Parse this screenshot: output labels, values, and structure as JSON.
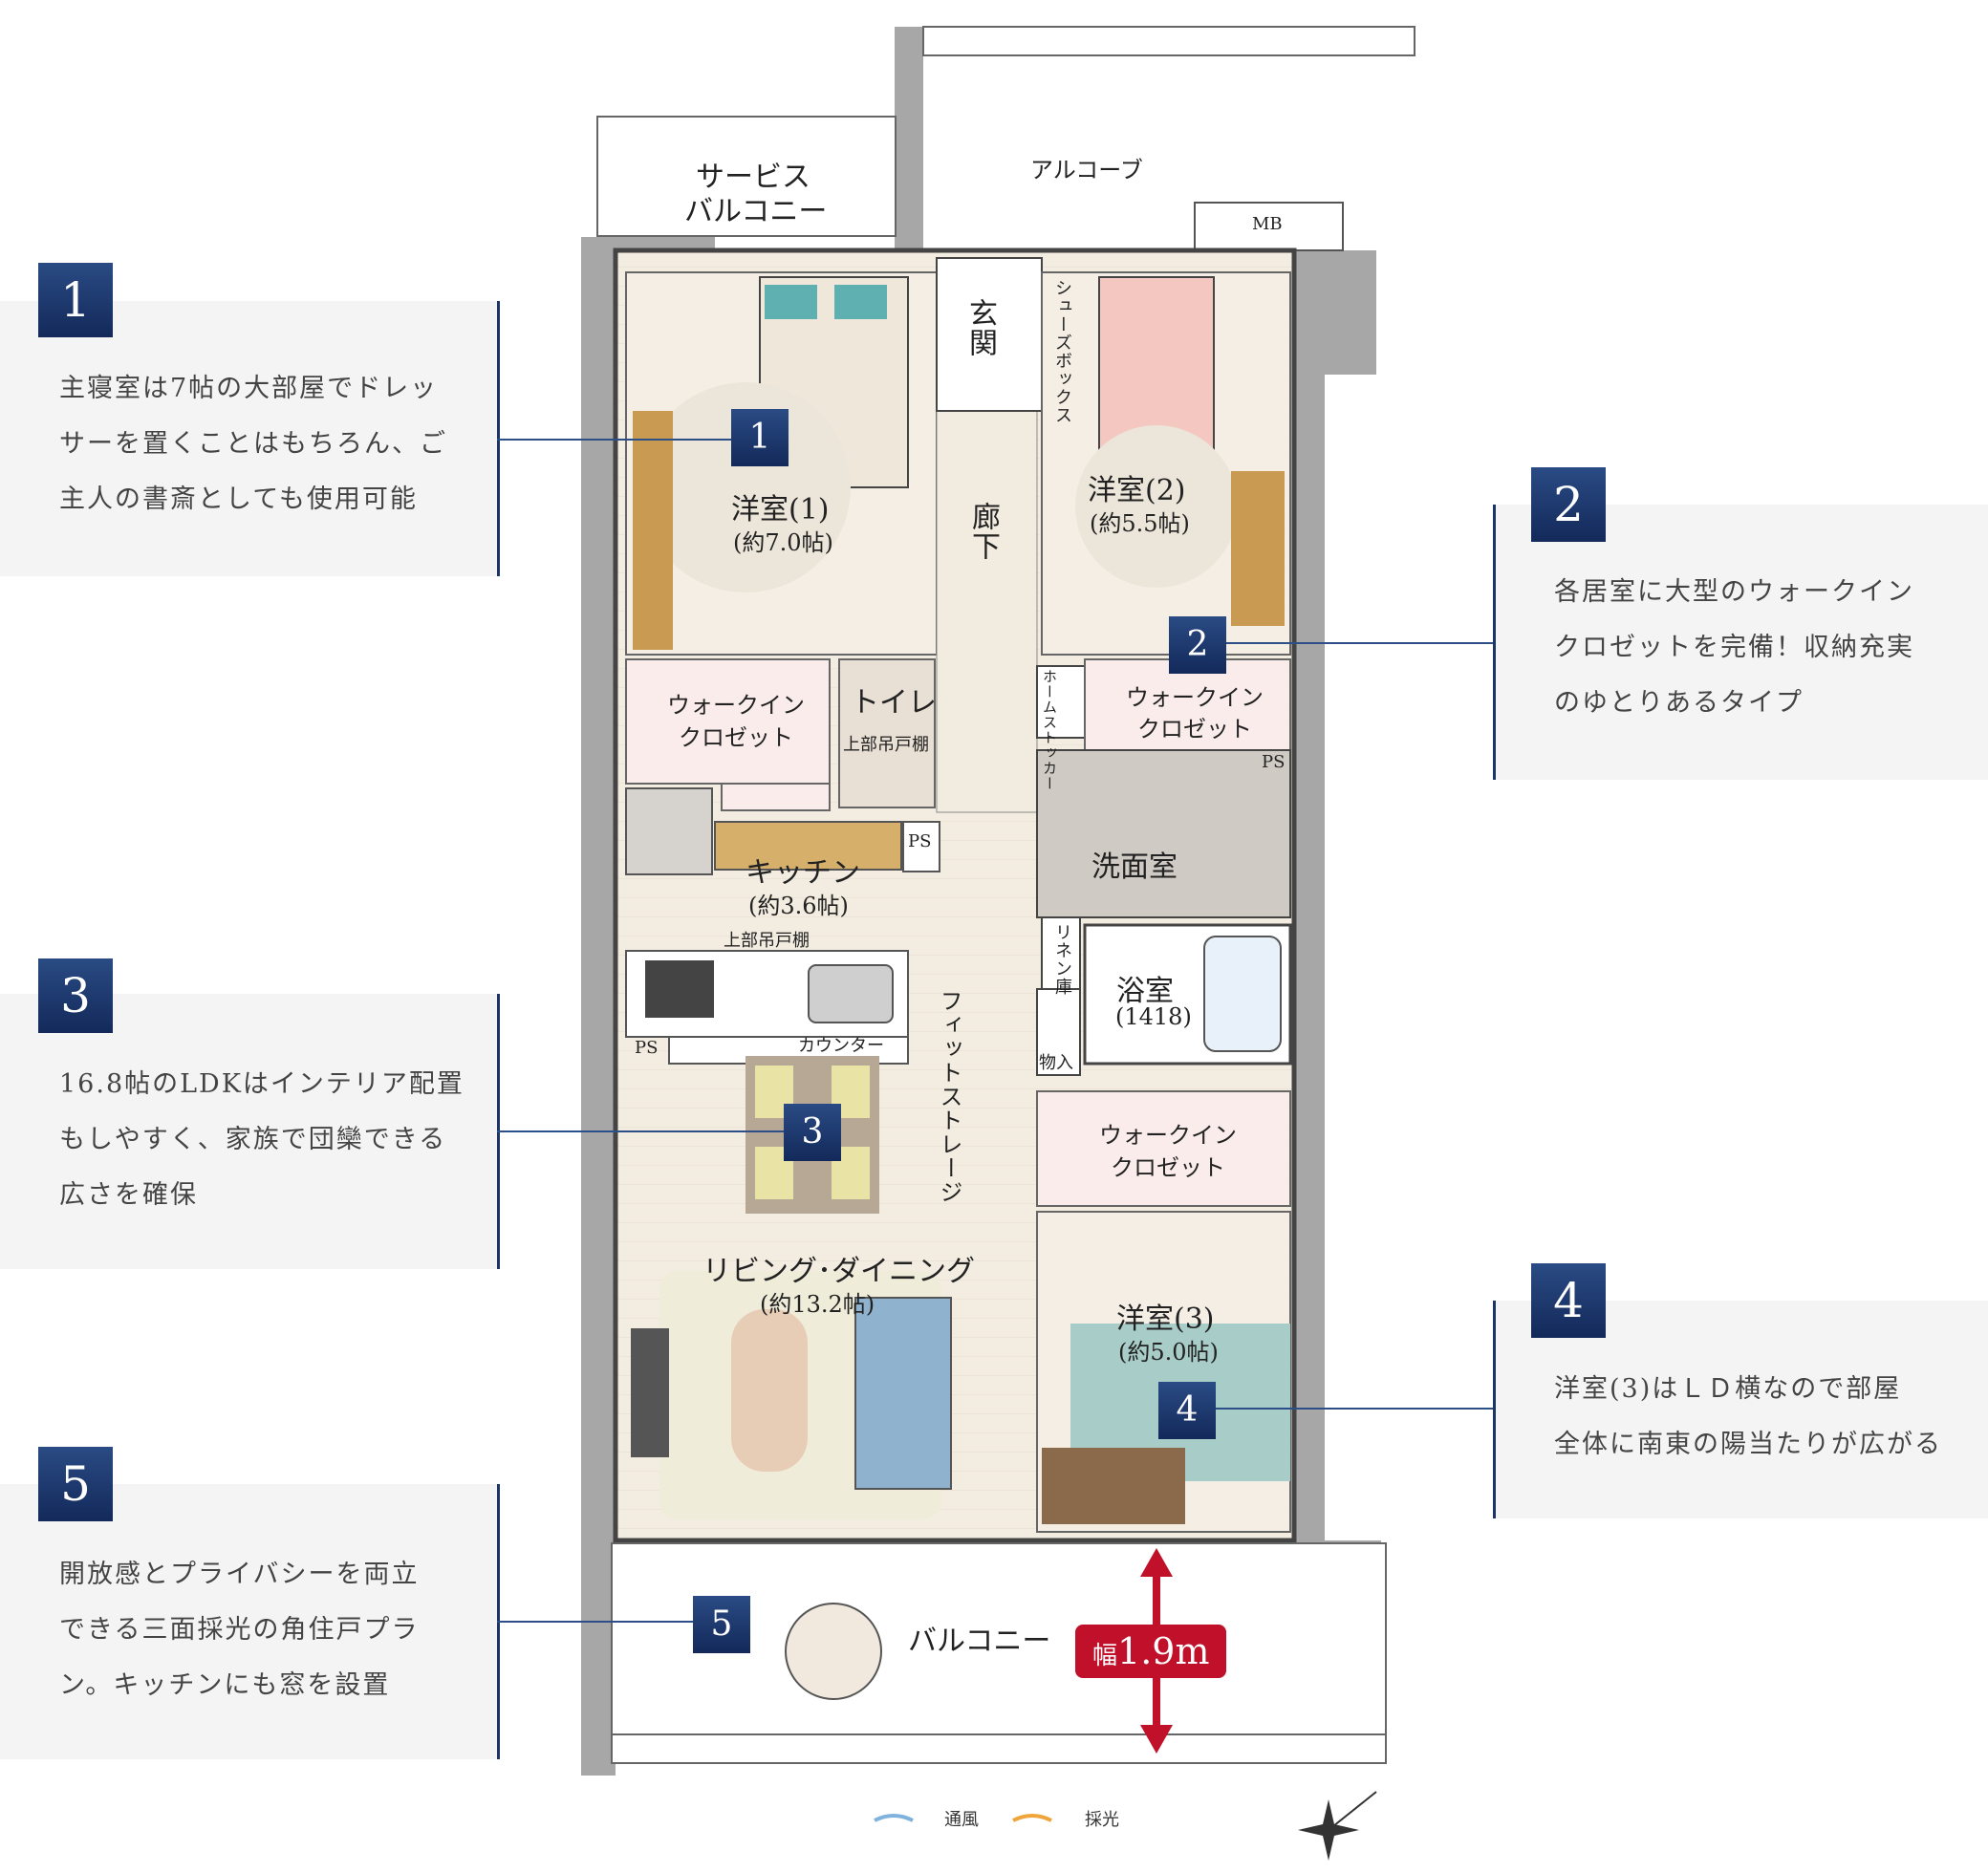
{
  "callouts": [
    {
      "num": "1",
      "text": "主寝室は7帖の大部屋でドレッ\nサーを置くことはもちろん、ご\n主人の書斎としても使用可能"
    },
    {
      "num": "2",
      "text": "各居室に大型のウォークイン\nクロゼットを完備！収納充実\nのゆとりあるタイプ"
    },
    {
      "num": "3",
      "text": "16.8帖のLDKはインテリア配置\nもしやすく、家族で団欒できる\n広さを確保"
    },
    {
      "num": "4",
      "text": "洋室(3)はＬＤ横なので部屋\n全体に南東の陽当たりが広がる"
    },
    {
      "num": "5",
      "text": "開放感とプライバシーを両立\nできる三面採光の角住戸プラ\nン。キッチンにも窓を設置"
    }
  ],
  "plan": {
    "service_balcony_1": "サービス",
    "service_balcony_2": "バルコニー",
    "alcove": "アルコーブ",
    "mb": "MB",
    "entrance": "玄関",
    "shoe_box": "シューズボックス",
    "room1": "洋室(1)",
    "room1_size": "(約7.0帖)",
    "room2": "洋室(2)",
    "room2_size": "(約5.5帖)",
    "hallway": "廊下",
    "wic": "ウォークイン",
    "closet": "クロゼット",
    "toilet": "トイレ",
    "upper_cabinet": "上部吊戸棚",
    "home_stocker": "ホームストッカー",
    "ps": "PS",
    "kitchen": "キッチン",
    "kitchen_size": "(約3.6帖)",
    "washroom": "洗面室",
    "linen": "リネン庫",
    "bathroom": "浴室",
    "bath_size": "(1418)",
    "counter": "カウンター",
    "fit_storage": "フィットストレージ",
    "storage": "物入",
    "living": "リビング･ダイニング",
    "living_size": "(約13.2帖)",
    "room3": "洋室(3)",
    "room3_size": "(約5.0帖)",
    "balcony": "バルコニー",
    "width_prefix": "幅",
    "width_value": "1.9m"
  },
  "legend": {
    "wind": "通風",
    "light": "採光"
  },
  "colors": {
    "navy": "#1d3566",
    "wall": "#a9a9a9",
    "floor_wood": "#f1e9dd",
    "tile": "#cfcac3",
    "accent_red": "#c0102a"
  }
}
